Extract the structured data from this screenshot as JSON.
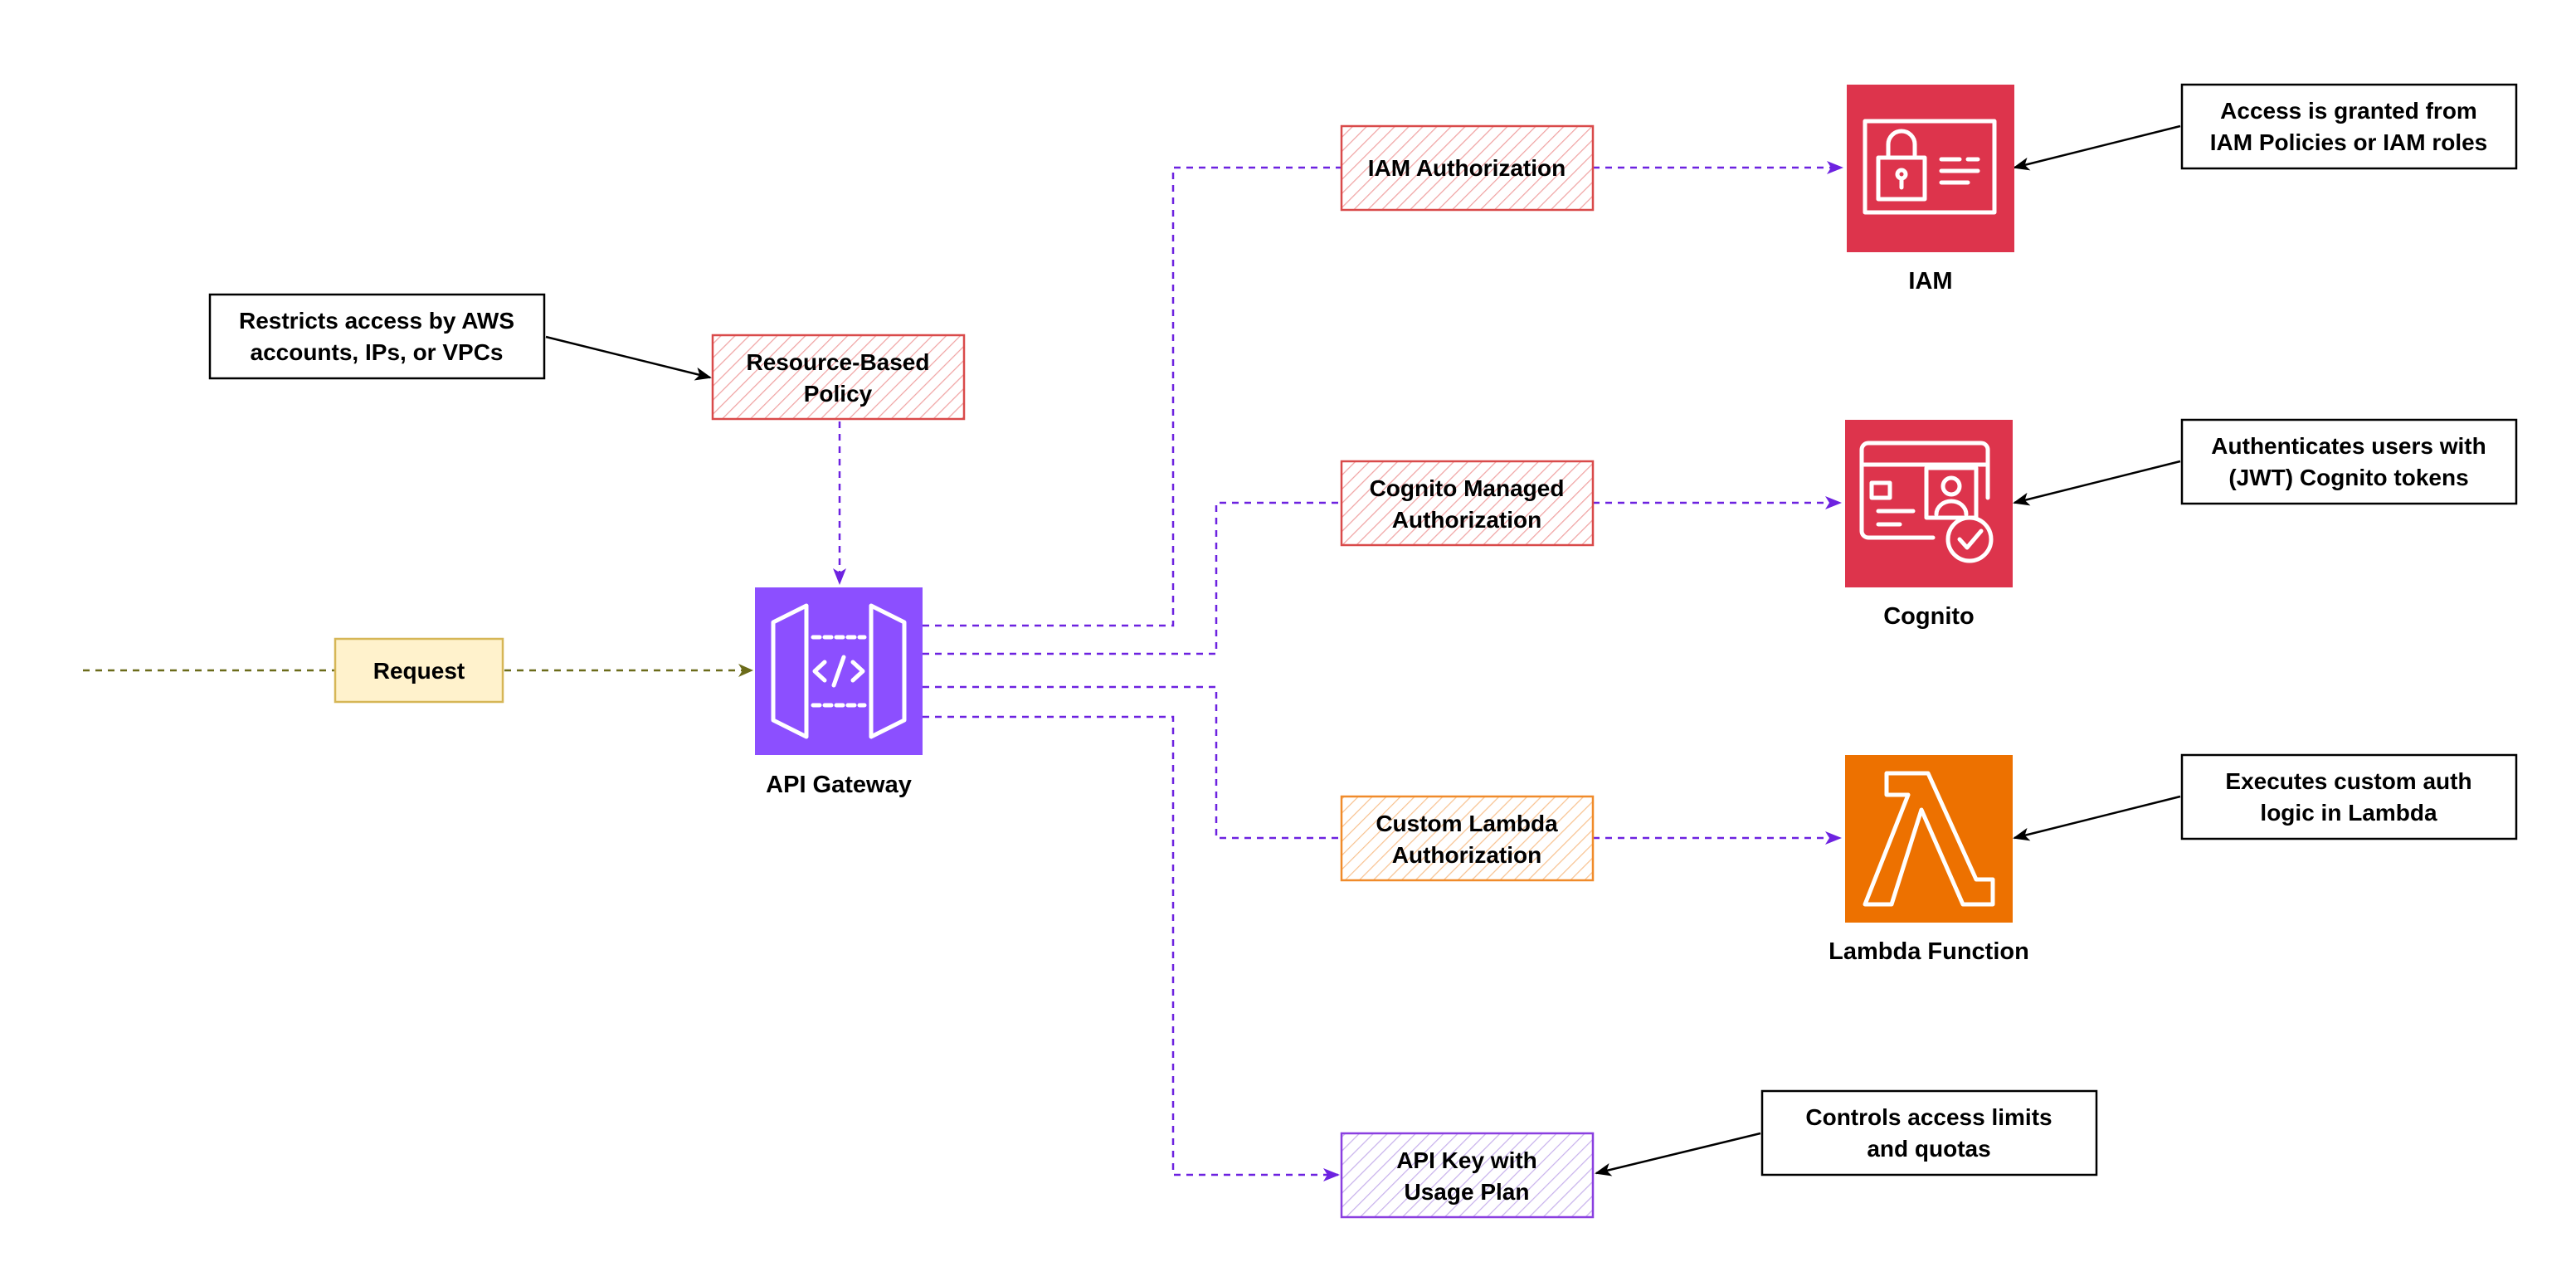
{
  "request": {
    "label": "Request"
  },
  "api_gateway": {
    "label": "API Gateway",
    "icon": "api-gateway-icon"
  },
  "resource_policy": {
    "line1": "Resource-Based",
    "line2": "Policy"
  },
  "note_resource": {
    "line1": "Restricts access by AWS",
    "line2": "accounts, IPs, or VPCs"
  },
  "iam_auth": {
    "label": "IAM Authorization"
  },
  "cognito_auth": {
    "line1": "Cognito Managed",
    "line2": "Authorization"
  },
  "lambda_auth": {
    "line1": "Custom Lambda",
    "line2": "Authorization"
  },
  "api_key": {
    "line1": "API Key with",
    "line2": "Usage Plan"
  },
  "iam": {
    "label": "IAM",
    "icon": "iam-icon"
  },
  "cognito": {
    "label": "Cognito",
    "icon": "cognito-icon"
  },
  "lambda": {
    "label": "Lambda Function",
    "icon": "lambda-icon"
  },
  "note_iam": {
    "line1": "Access is granted from",
    "line2": "IAM Policies or IAM roles"
  },
  "note_cognito": {
    "line1": "Authenticates users with",
    "line2": "(JWT) Cognito tokens"
  },
  "note_lambda": {
    "line1": "Executes custom auth",
    "line2": "logic in Lambda"
  },
  "note_apikey": {
    "line1": "Controls access limits",
    "line2": "and quotas"
  },
  "colors": {
    "purple": "#6d22e0",
    "olive": "#6b6b1a",
    "gateway": "#8c4fff",
    "iam": "#dd344c",
    "lambda": "#ed7100",
    "request_fill": "#fff2cc",
    "request_stroke": "#d6b656"
  }
}
